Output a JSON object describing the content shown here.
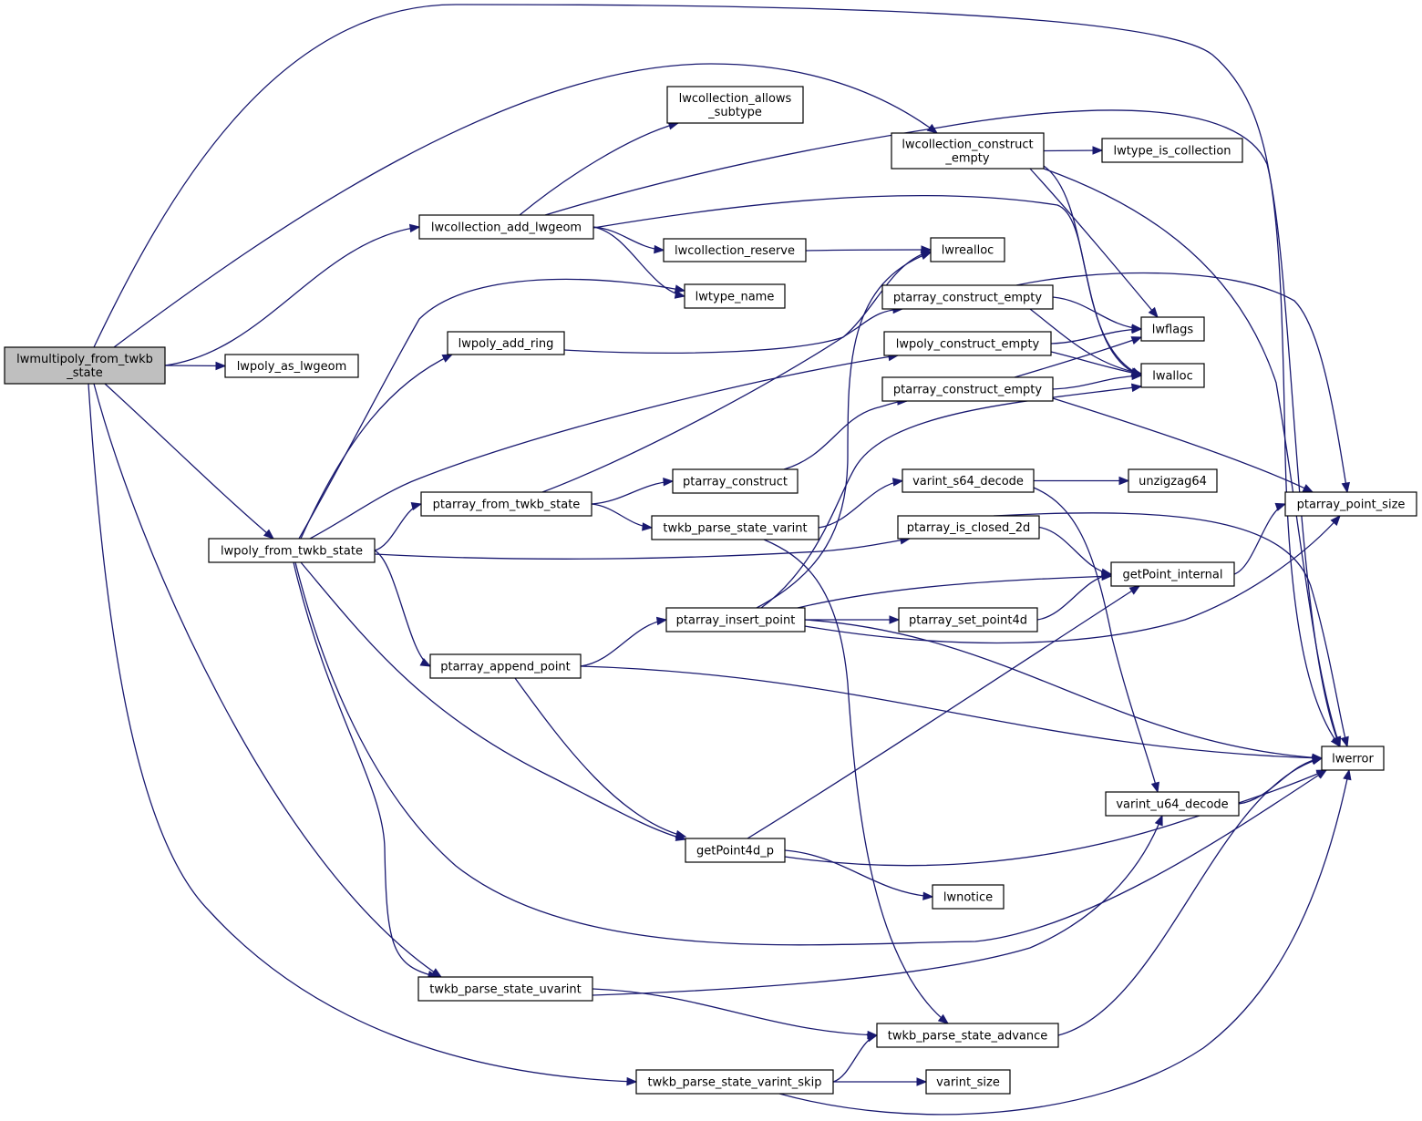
{
  "diagram": {
    "type": "call-graph",
    "colors": {
      "edge": "#191970",
      "node_border": "#000000",
      "root_fill": "#bfbfbf",
      "node_fill": "#ffffff",
      "background": "#ffffff"
    },
    "nodes": [
      {
        "id": "lwmultipoly_from_twkb_state",
        "lines": [
          "lwmultipoly_from_twkb",
          "_state"
        ],
        "root": true
      },
      {
        "id": "lwpoly_as_lwgeom",
        "lines": [
          "lwpoly_as_lwgeom"
        ]
      },
      {
        "id": "lwcollection_add_lwgeom",
        "lines": [
          "lwcollection_add_lwgeom"
        ]
      },
      {
        "id": "lwcollection_allows_subtype",
        "lines": [
          "lwcollection_allows",
          "_subtype"
        ]
      },
      {
        "id": "lwcollection_construct_empty",
        "lines": [
          "lwcollection_construct",
          "_empty"
        ]
      },
      {
        "id": "lwtype_is_collection",
        "lines": [
          "lwtype_is_collection"
        ]
      },
      {
        "id": "lwcollection_reserve",
        "lines": [
          "lwcollection_reserve"
        ]
      },
      {
        "id": "lwrealloc",
        "lines": [
          "lwrealloc"
        ]
      },
      {
        "id": "lwtype_name",
        "lines": [
          "lwtype_name"
        ]
      },
      {
        "id": "lwpoly_add_ring",
        "lines": [
          "lwpoly_add_ring"
        ]
      },
      {
        "id": "ptarray_construct_empty_1",
        "lines": [
          "ptarray_construct_empty"
        ]
      },
      {
        "id": "lwflags",
        "lines": [
          "lwflags"
        ]
      },
      {
        "id": "lwpoly_construct_empty",
        "lines": [
          "lwpoly_construct_empty"
        ]
      },
      {
        "id": "lwalloc",
        "lines": [
          "lwalloc"
        ]
      },
      {
        "id": "ptarray_construct_empty_2",
        "lines": [
          "ptarray_construct_empty"
        ]
      },
      {
        "id": "ptarray_construct",
        "lines": [
          "ptarray_construct"
        ]
      },
      {
        "id": "varint_s64_decode",
        "lines": [
          "varint_s64_decode"
        ]
      },
      {
        "id": "unzigzag64",
        "lines": [
          "unzigzag64"
        ]
      },
      {
        "id": "ptarray_from_twkb_state",
        "lines": [
          "ptarray_from_twkb_state"
        ]
      },
      {
        "id": "twkb_parse_state_varint",
        "lines": [
          "twkb_parse_state_varint"
        ]
      },
      {
        "id": "ptarray_point_size",
        "lines": [
          "ptarray_point_size"
        ]
      },
      {
        "id": "lwpoly_from_twkb_state",
        "lines": [
          "lwpoly_from_twkb_state"
        ]
      },
      {
        "id": "ptarray_is_closed_2d",
        "lines": [
          "ptarray_is_closed_2d"
        ]
      },
      {
        "id": "getPoint_internal",
        "lines": [
          "getPoint_internal"
        ]
      },
      {
        "id": "ptarray_insert_point",
        "lines": [
          "ptarray_insert_point"
        ]
      },
      {
        "id": "ptarray_set_point4d",
        "lines": [
          "ptarray_set_point4d"
        ]
      },
      {
        "id": "ptarray_append_point",
        "lines": [
          "ptarray_append_point"
        ]
      },
      {
        "id": "lwerror",
        "lines": [
          "lwerror"
        ]
      },
      {
        "id": "varint_u64_decode",
        "lines": [
          "varint_u64_decode"
        ]
      },
      {
        "id": "getPoint4d_p",
        "lines": [
          "getPoint4d_p"
        ]
      },
      {
        "id": "lwnotice",
        "lines": [
          "lwnotice"
        ]
      },
      {
        "id": "twkb_parse_state_uvarint",
        "lines": [
          "twkb_parse_state_uvarint"
        ]
      },
      {
        "id": "twkb_parse_state_advance",
        "lines": [
          "twkb_parse_state_advance"
        ]
      },
      {
        "id": "twkb_parse_state_varint_skip",
        "lines": [
          "twkb_parse_state_varint_skip"
        ]
      },
      {
        "id": "varint_size",
        "lines": [
          "varint_size"
        ]
      }
    ],
    "edges": [
      [
        "lwmultipoly_from_twkb_state",
        "lwpoly_as_lwgeom"
      ],
      [
        "lwmultipoly_from_twkb_state",
        "lwcollection_add_lwgeom"
      ],
      [
        "lwmultipoly_from_twkb_state",
        "lwcollection_construct_empty"
      ],
      [
        "lwmultipoly_from_twkb_state",
        "lwerror"
      ],
      [
        "lwmultipoly_from_twkb_state",
        "lwpoly_from_twkb_state"
      ],
      [
        "lwmultipoly_from_twkb_state",
        "twkb_parse_state_uvarint"
      ],
      [
        "lwmultipoly_from_twkb_state",
        "twkb_parse_state_varint_skip"
      ],
      [
        "lwcollection_add_lwgeom",
        "lwcollection_allows_subtype"
      ],
      [
        "lwcollection_add_lwgeom",
        "lwcollection_reserve"
      ],
      [
        "lwcollection_add_lwgeom",
        "lwtype_name"
      ],
      [
        "lwcollection_add_lwgeom",
        "lwerror"
      ],
      [
        "lwcollection_add_lwgeom",
        "lwalloc"
      ],
      [
        "lwcollection_construct_empty",
        "lwtype_is_collection"
      ],
      [
        "lwcollection_construct_empty",
        "lwflags"
      ],
      [
        "lwcollection_construct_empty",
        "lwalloc"
      ],
      [
        "lwcollection_construct_empty",
        "lwerror"
      ],
      [
        "lwcollection_reserve",
        "lwrealloc"
      ],
      [
        "lwpoly_add_ring",
        "lwrealloc"
      ],
      [
        "ptarray_construct_empty_1",
        "lwflags"
      ],
      [
        "ptarray_construct_empty_1",
        "lwalloc"
      ],
      [
        "ptarray_construct_empty_1",
        "ptarray_point_size"
      ],
      [
        "lwpoly_construct_empty",
        "lwflags"
      ],
      [
        "lwpoly_construct_empty",
        "lwalloc"
      ],
      [
        "ptarray_construct_empty_2",
        "lwflags"
      ],
      [
        "ptarray_construct_empty_2",
        "lwalloc"
      ],
      [
        "ptarray_construct_empty_2",
        "ptarray_point_size"
      ],
      [
        "ptarray_construct",
        "ptarray_construct_empty_2"
      ],
      [
        "varint_s64_decode",
        "unzigzag64"
      ],
      [
        "varint_s64_decode",
        "varint_u64_decode"
      ],
      [
        "ptarray_from_twkb_state",
        "ptarray_construct_empty_1"
      ],
      [
        "ptarray_from_twkb_state",
        "ptarray_construct"
      ],
      [
        "ptarray_from_twkb_state",
        "twkb_parse_state_varint"
      ],
      [
        "twkb_parse_state_varint",
        "varint_s64_decode"
      ],
      [
        "twkb_parse_state_varint",
        "twkb_parse_state_advance"
      ],
      [
        "lwpoly_from_twkb_state",
        "lwtype_name"
      ],
      [
        "lwpoly_from_twkb_state",
        "lwpoly_add_ring"
      ],
      [
        "lwpoly_from_twkb_state",
        "lwpoly_construct_empty"
      ],
      [
        "lwpoly_from_twkb_state",
        "ptarray_from_twkb_state"
      ],
      [
        "lwpoly_from_twkb_state",
        "ptarray_is_closed_2d"
      ],
      [
        "lwpoly_from_twkb_state",
        "ptarray_append_point"
      ],
      [
        "lwpoly_from_twkb_state",
        "getPoint4d_p"
      ],
      [
        "lwpoly_from_twkb_state",
        "lwerror"
      ],
      [
        "lwpoly_from_twkb_state",
        "twkb_parse_state_uvarint"
      ],
      [
        "ptarray_is_closed_2d",
        "getPoint_internal"
      ],
      [
        "ptarray_is_closed_2d",
        "lwerror"
      ],
      [
        "getPoint_internal",
        "ptarray_point_size"
      ],
      [
        "ptarray_insert_point",
        "lwrealloc"
      ],
      [
        "ptarray_insert_point",
        "lwalloc"
      ],
      [
        "ptarray_insert_point",
        "getPoint_internal"
      ],
      [
        "ptarray_insert_point",
        "ptarray_set_point4d"
      ],
      [
        "ptarray_insert_point",
        "ptarray_point_size"
      ],
      [
        "ptarray_insert_point",
        "lwerror"
      ],
      [
        "ptarray_set_point4d",
        "getPoint_internal"
      ],
      [
        "ptarray_append_point",
        "ptarray_insert_point"
      ],
      [
        "ptarray_append_point",
        "lwerror"
      ],
      [
        "ptarray_append_point",
        "getPoint4d_p"
      ],
      [
        "varint_u64_decode",
        "lwerror"
      ],
      [
        "getPoint4d_p",
        "getPoint_internal"
      ],
      [
        "getPoint4d_p",
        "lwnotice"
      ],
      [
        "getPoint4d_p",
        "lwerror"
      ],
      [
        "twkb_parse_state_uvarint",
        "varint_u64_decode"
      ],
      [
        "twkb_parse_state_uvarint",
        "twkb_parse_state_advance"
      ],
      [
        "twkb_parse_state_advance",
        "lwerror"
      ],
      [
        "twkb_parse_state_varint_skip",
        "twkb_parse_state_advance"
      ],
      [
        "twkb_parse_state_varint_skip",
        "varint_size"
      ],
      [
        "twkb_parse_state_varint_skip",
        "lwerror"
      ]
    ]
  }
}
